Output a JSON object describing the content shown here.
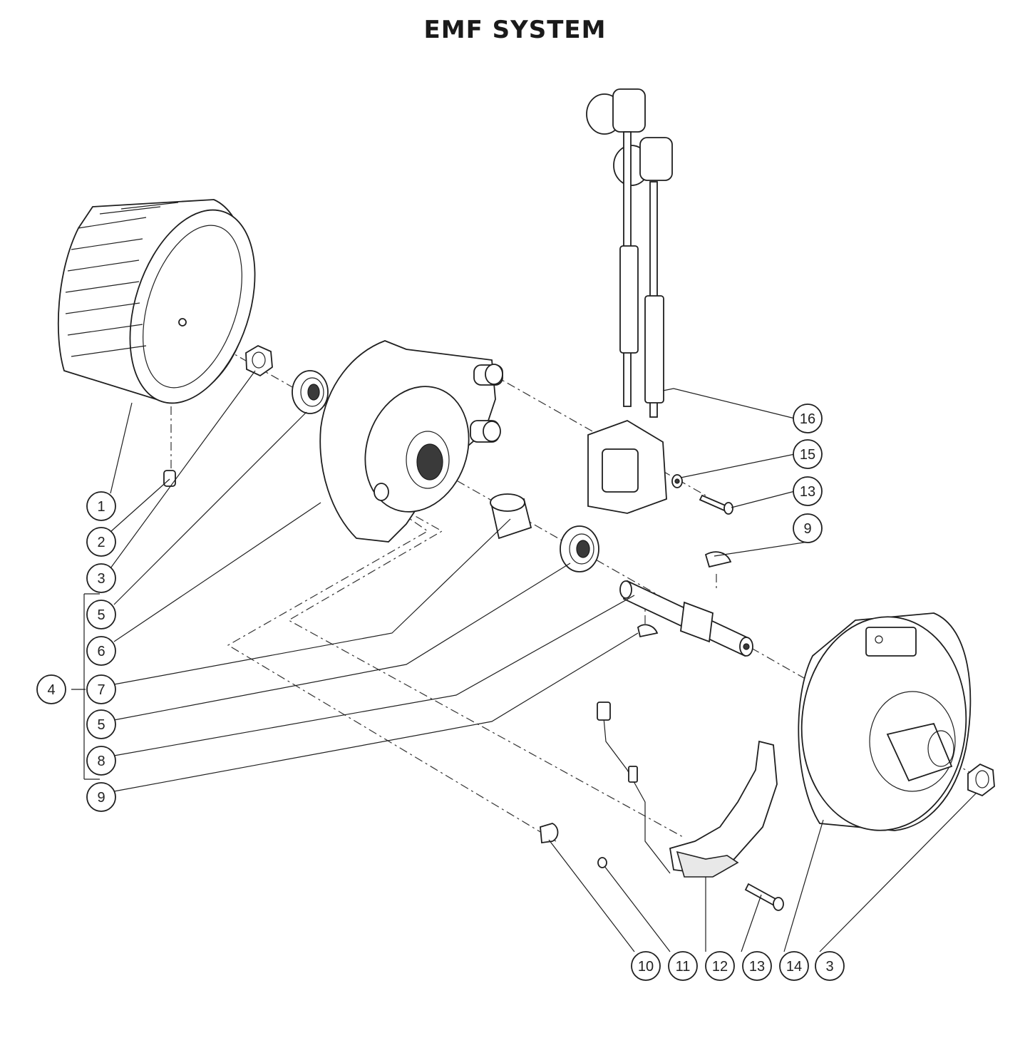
{
  "title": "EMF SYSTEM",
  "colors": {
    "line": "#1f1f1f",
    "background": "#ffffff"
  },
  "callouts": [
    {
      "id": "c1",
      "label": "1"
    },
    {
      "id": "c2",
      "label": "2"
    },
    {
      "id": "c3a",
      "label": "3"
    },
    {
      "id": "c5a",
      "label": "5"
    },
    {
      "id": "c6",
      "label": "6"
    },
    {
      "id": "c4",
      "label": "4"
    },
    {
      "id": "c7",
      "label": "7"
    },
    {
      "id": "c5b",
      "label": "5"
    },
    {
      "id": "c8",
      "label": "8"
    },
    {
      "id": "c9a",
      "label": "9"
    },
    {
      "id": "c16",
      "label": "16"
    },
    {
      "id": "c15",
      "label": "15"
    },
    {
      "id": "c13a",
      "label": "13"
    },
    {
      "id": "c9b",
      "label": "9"
    },
    {
      "id": "c10",
      "label": "10"
    },
    {
      "id": "c11",
      "label": "11"
    },
    {
      "id": "c12",
      "label": "12"
    },
    {
      "id": "c13b",
      "label": "13"
    },
    {
      "id": "c14",
      "label": "14"
    },
    {
      "id": "c3b",
      "label": "3"
    }
  ]
}
